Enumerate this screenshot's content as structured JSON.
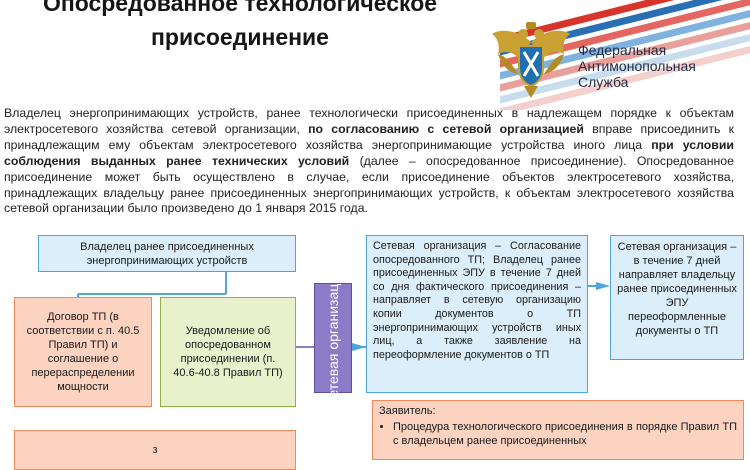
{
  "slide": {
    "title": "Опосредованное технологическое присоединение",
    "agency": {
      "name_line1": "Федеральная",
      "name_line2": "Антимонопольная",
      "name_line3": "Служба"
    },
    "intro": {
      "p1": "Владелец энергопринимающих устройств, ранее технологически присоединенных в надлежащем порядке к объектам электросетевого хозяйства сетевой организации,",
      "b1": "по согласованию с сетевой организацией",
      "p2": "вправе присоединить к принадлежащим ему объектам электросетевого хозяйства энергопринимающие устройства иного лица",
      "b2": "при условии соблюдения выданных ранее технических условий",
      "p3": "(далее – опосредованное присоединение). Опосредованное присоединение может быть осуществлено в случае, если присоединение объектов электросетевого хозяйства, принадлежащих владельцу ранее присоединенных энергопринимающих устройств, к объектам электросетевого хозяйства сетевой организации было произведено до 1 января 2015 года."
    },
    "boxes": {
      "owner": "Владелец ранее присоединенных энергопринимающих устройств",
      "contract": "Договор ТП (в соответствии с п. 40.5 Правил ТП) и соглашение о перераспределении мощности",
      "notice": "Уведомление об опосредованном присоединении (п. 40.6-40.8 Правил ТП)",
      "network_org": "Сетевая организация",
      "agreement": "Сетевая организация – Согласование опосредованного ТП; Владелец ранее присоединенных ЭПУ в течение 7 дней со дня фактического присоединения – направляет в сетевую организацию копии документов о ТП энергопринимающих устройств иных лиц, а также заявление на переоформление документов о ТП",
      "reissue": "Сетевая организация – в течение 7 дней направляет владельцу ранее присоединенных ЭПУ переоформленные документы о ТП",
      "applicant_title": "Заявитель:",
      "applicant_item": "Процедура технологического присоединения в порядке Правил ТП с владельцем ранее присоединенных",
      "bottom_fragment": "з"
    },
    "colors": {
      "blue_fill": "#dbeefa",
      "blue_border": "#4ea5d9",
      "orange_fill": "#fbd3c0",
      "orange_border": "#f08a5d",
      "green_fill": "#e8f1cc",
      "green_border": "#8fb244",
      "purple_fill": "#8c7cc7",
      "stripe_red": "#d9342b",
      "stripe_blue": "#2a6fb4"
    }
  }
}
